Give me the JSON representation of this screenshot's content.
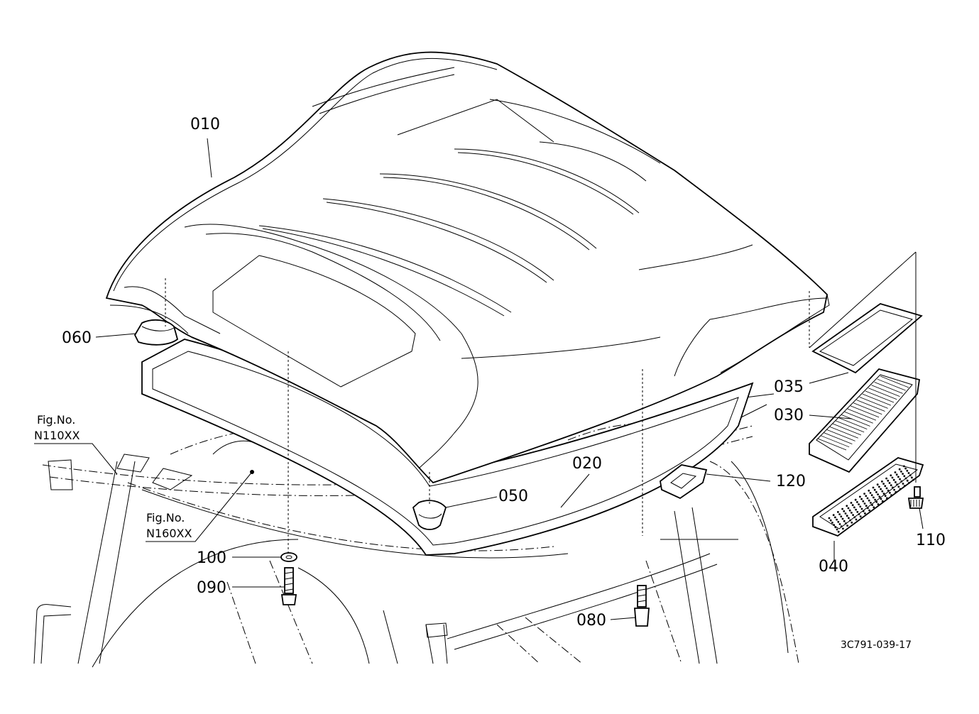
{
  "callouts": [
    "010",
    "020",
    "030",
    "035",
    "040",
    "050",
    "060",
    "080",
    "090",
    "100",
    "110",
    "120"
  ],
  "references": [
    {
      "line1": "Fig.No.",
      "line2": "N110XX"
    },
    {
      "line1": "Fig.No.",
      "line2": "N160XX"
    }
  ],
  "drawing_code": "3C791-039-17"
}
